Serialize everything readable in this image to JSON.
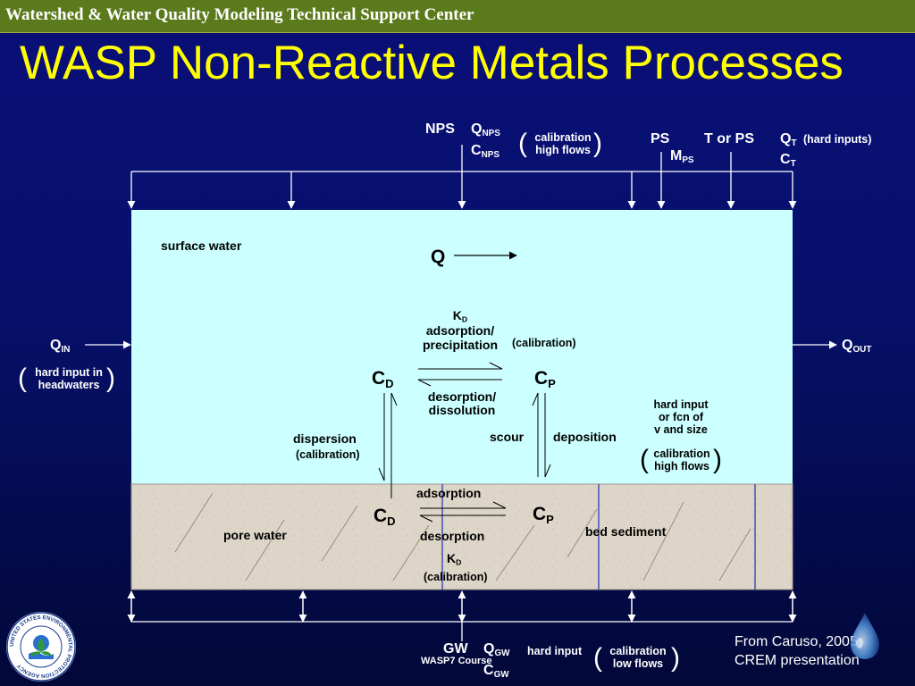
{
  "header": {
    "org": "Watershed & Water Quality Modeling Technical Support Center"
  },
  "title": "WASP Non-Reactive Metals Processes",
  "labels": {
    "nps": "NPS",
    "q": "Q",
    "c": "C",
    "nps_sub": "NPS",
    "calibration": "calibration",
    "high_flows": "high flows",
    "low_flows": "low flows",
    "ps": "PS",
    "m": "M",
    "ps_sub": "PS",
    "t_or_ps": "T or PS",
    "t_sub": "T",
    "hard_inputs": "(hard inputs)",
    "surface_water": "surface water",
    "flow_q": "Q",
    "k": "K",
    "d_sub": "D",
    "adsorption_precip_1": "adsorption/",
    "adsorption_precip_2": "precipitation",
    "calibration_paren": "(calibration)",
    "cd_c": "C",
    "cp_c": "C",
    "p_sub": "P",
    "desorption_1": "desorption/",
    "desorption_2": "dissolution",
    "dispersion": "dispersion",
    "scour": "scour",
    "deposition": "deposition",
    "hard_input_fcn_1": "hard input",
    "hard_input_fcn_2": "or fcn of",
    "hard_input_fcn_3": "v and size",
    "qin_q": "Q",
    "in_sub": "IN",
    "hard_input_in": "hard input in",
    "headwaters": "headwaters",
    "qout_q": "Q",
    "out_sub": "OUT",
    "adsorption": "adsorption",
    "desorption": "desorption",
    "pore_water": "pore water",
    "bed_sediment": "bed sediment",
    "gw": "GW",
    "gw_sub": "GW",
    "wasp7_course": "WASP7 Course",
    "hard_input": "hard input"
  },
  "credit": {
    "line1": "From Caruso, 2005.",
    "line2": "CREM presentation"
  },
  "logo": {
    "name": "EPA seal",
    "ring_text": "UNITED STATES ENVIRONMENTAL PROTECTION AGENCY"
  },
  "colors": {
    "background": "#06106a",
    "title": "#ffff00",
    "header_bar": "#5a7a1c",
    "surface_water": "#ccffff",
    "sediment": "#ddd5c7",
    "arrows": "#ffffff"
  }
}
